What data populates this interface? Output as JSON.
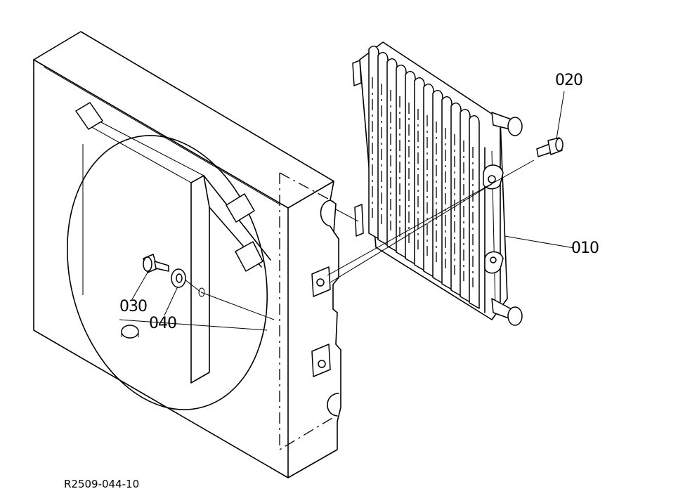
{
  "parts": [
    {
      "number": "010"
    },
    {
      "number": "020"
    },
    {
      "number": "030"
    },
    {
      "number": "040"
    }
  ],
  "reference_code": "R2509-044-10"
}
